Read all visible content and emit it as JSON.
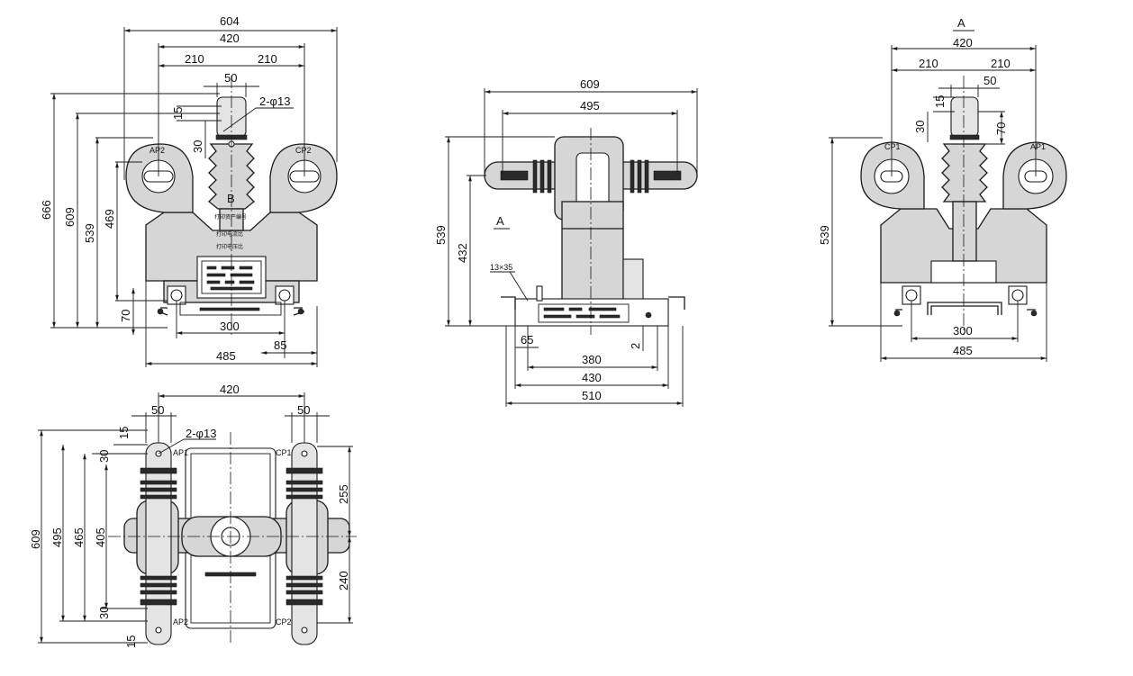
{
  "views": {
    "front": {
      "label_b": "B",
      "nameplate_text_1": "打印资产编号",
      "nameplate_text_2": "打印电流比",
      "nameplate_text_3": "打印电压比",
      "terminal_left": "AP2",
      "terminal_right": "CP2",
      "dims": {
        "w604": "604",
        "w420": "420",
        "w210a": "210",
        "w210b": "210",
        "w50": "50",
        "hole": "2-φ13",
        "v15": "15",
        "v30": "30",
        "h666": "666",
        "h609": "609",
        "h539": "539",
        "h469": "469",
        "h70": "70",
        "w300": "300",
        "w85": "85",
        "w485": "485"
      }
    },
    "side": {
      "section_label": "A",
      "slot": "13×35",
      "dims": {
        "w609": "609",
        "w495": "495",
        "h539": "539",
        "h432": "432",
        "w65": "65",
        "w380": "380",
        "w430": "430",
        "w510": "510",
        "v2": "2"
      }
    },
    "rear": {
      "title": "A",
      "terminal_left": "CP1",
      "terminal_right": "AP1",
      "dims": {
        "w420": "420",
        "w210a": "210",
        "w210b": "210",
        "w50": "50",
        "v15": "15",
        "v30": "30",
        "v70": "70",
        "h539": "539",
        "w300": "300",
        "w485": "485"
      }
    },
    "top": {
      "terminal_tl": "AP1",
      "terminal_tr": "CP1",
      "terminal_bl": "AP2",
      "terminal_br": "CP2",
      "dims": {
        "w420": "420",
        "w50a": "50",
        "w50b": "50",
        "hole": "2-φ13",
        "v15a": "15",
        "v30a": "30",
        "v30b": "30",
        "v15b": "15",
        "h609": "609",
        "h495": "495",
        "h465": "465",
        "h405": "405",
        "h255": "255",
        "h240": "240"
      }
    }
  }
}
